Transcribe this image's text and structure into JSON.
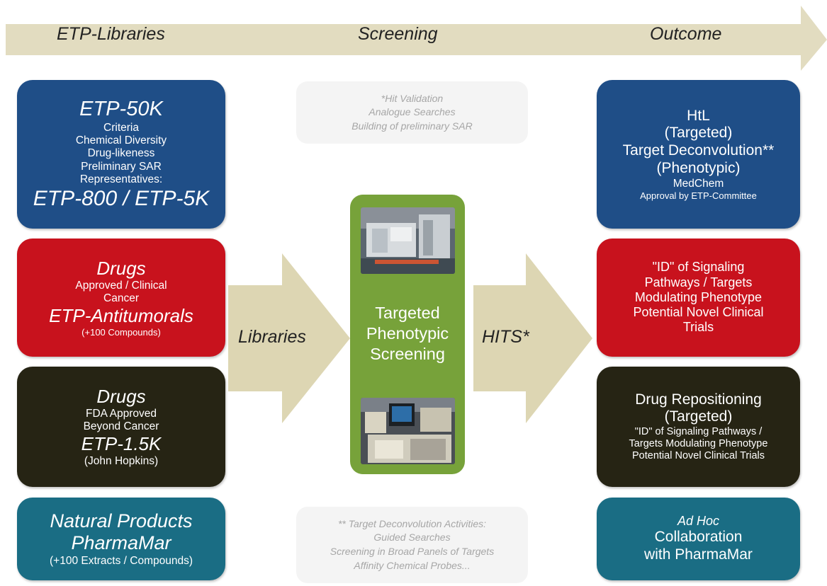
{
  "header": {
    "col1": "ETP-Libraries",
    "col2": "Screening",
    "col3": "Outcome"
  },
  "colors": {
    "banner": "#e2dcc0",
    "blue": "#1f4e87",
    "red": "#c8121d",
    "dark": "#262414",
    "teal": "#1a6d84",
    "green": "#77a23a",
    "arrow": "#ddd6b3"
  },
  "libraries": [
    {
      "title": "ETP-50K",
      "lines": [
        "Criteria",
        "Chemical Diversity",
        "Drug-likeness",
        "Preliminary SAR",
        "Representatives:"
      ],
      "footer": "ETP-800 / ETP-5K"
    },
    {
      "title": "Drugs",
      "lines": [
        "Approved / Clinical",
        "Cancer"
      ],
      "footer": "ETP-Antitumorals",
      "note": "(+100 Compounds)"
    },
    {
      "title": "Drugs",
      "lines": [
        "FDA Approved",
        "Beyond Cancer"
      ],
      "footer": "ETP-1.5K",
      "note": "(John Hopkins)"
    },
    {
      "title": "Natural Products",
      "subtitle": "PharmaMar",
      "note": "(+100 Extracts / Compounds)"
    }
  ],
  "notes": {
    "top": [
      "*Hit Validation",
      "Analogue Searches",
      "Building of preliminary SAR"
    ],
    "bottom": [
      "** Target Deconvolution Activities:",
      "Guided Searches",
      "Screening in Broad Panels of Targets",
      "Affinity Chemical Probes..."
    ]
  },
  "arrows": {
    "left": "Libraries",
    "right": "HITS*"
  },
  "screening": {
    "lines": [
      "Targeted",
      "Phenotypic",
      "Screening"
    ]
  },
  "outcomes": [
    {
      "lines": [
        "HtL",
        "(Targeted)",
        "Target Deconvolution**",
        "(Phenotypic)"
      ],
      "small1": "MedChem",
      "small2": "Approval by ETP-Committee"
    },
    {
      "lines": [
        "\"ID\" of Signaling",
        "Pathways / Targets",
        "Modulating Phenotype",
        "Potential Novel Clinical",
        "Trials"
      ]
    },
    {
      "title_lines": [
        "Drug Repositioning",
        "(Targeted)"
      ],
      "lines": [
        "\"ID\" of Signaling Pathways /",
        "Targets Modulating Phenotype",
        "Potential Novel Clinical Trials"
      ]
    },
    {
      "italic": "Ad Hoc",
      "lines": [
        "Collaboration",
        "with PharmaMar"
      ]
    }
  ]
}
